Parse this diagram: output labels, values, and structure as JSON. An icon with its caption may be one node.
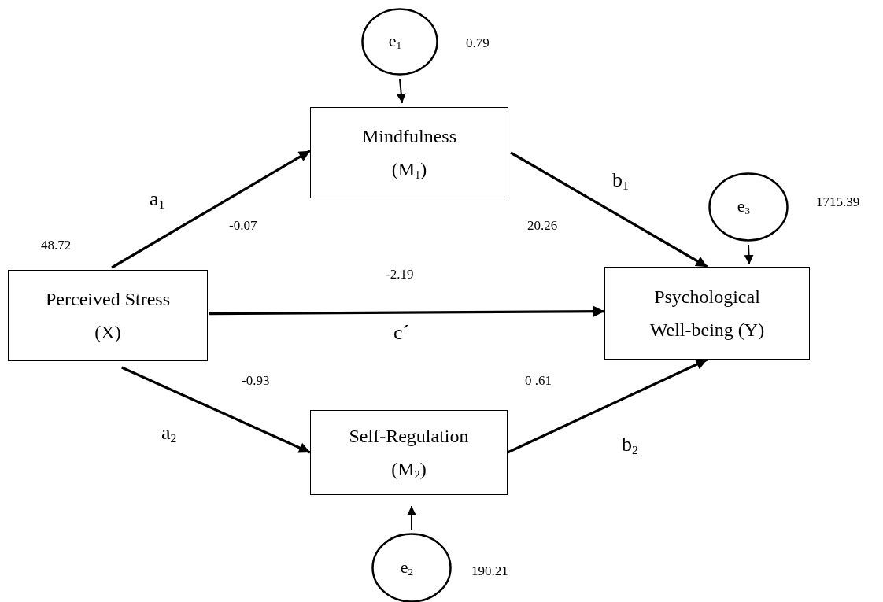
{
  "diagram": {
    "nodes": [
      {
        "text": [
          "Perceived Stress (X)"
        ],
        "beside": [
          "48.72"
        ]
      },
      {
        "text": [
          "Mindfulness (M$_{1}$)"
        ]
      },
      {
        "text": [
          "Psychological Well-being (Y)"
        ]
      },
      {
        "text": [
          "Self-Regulation (M$_{2}$)"
        ]
      },
      {
        "text": [
          "e$_{1}$"
        ],
        "beside": [
          "0.79"
        ]
      },
      {
        "text": [
          "e$_{3}$"
        ],
        "beside": [
          "1715.39"
        ]
      },
      {
        "text": [
          "e$_{2}$"
        ],
        "beside": [
          "190.21"
        ]
      }
    ],
    "edges": [
      {
        "from": 0,
        "to": 1,
        "arrow": "to",
        "label": "a$_{1}$"
      },
      {
        "from": 1,
        "to": 2,
        "arrow": "to",
        "label": "b$_{1}$"
      },
      {
        "from": 0,
        "to": 2,
        "arrow": "to",
        "label": "c´"
      },
      {
        "from": 0,
        "to": 3,
        "arrow": "to",
        "label": "a$_{2}$"
      },
      {
        "from": 3,
        "to": 2,
        "arrow": "to",
        "label": "b$_{2}$"
      },
      {
        "from": 4,
        "to": 1,
        "arrow": "to"
      },
      {
        "from": 5,
        "to": 2,
        "arrow": "to"
      },
      {
        "from": 6,
        "to": 3,
        "arrow": "to"
      }
    ],
    "labels": [
      "-0.07",
      "20.26",
      "-2.19",
      "-0.93",
      "0 .61"
    ]
  }
}
